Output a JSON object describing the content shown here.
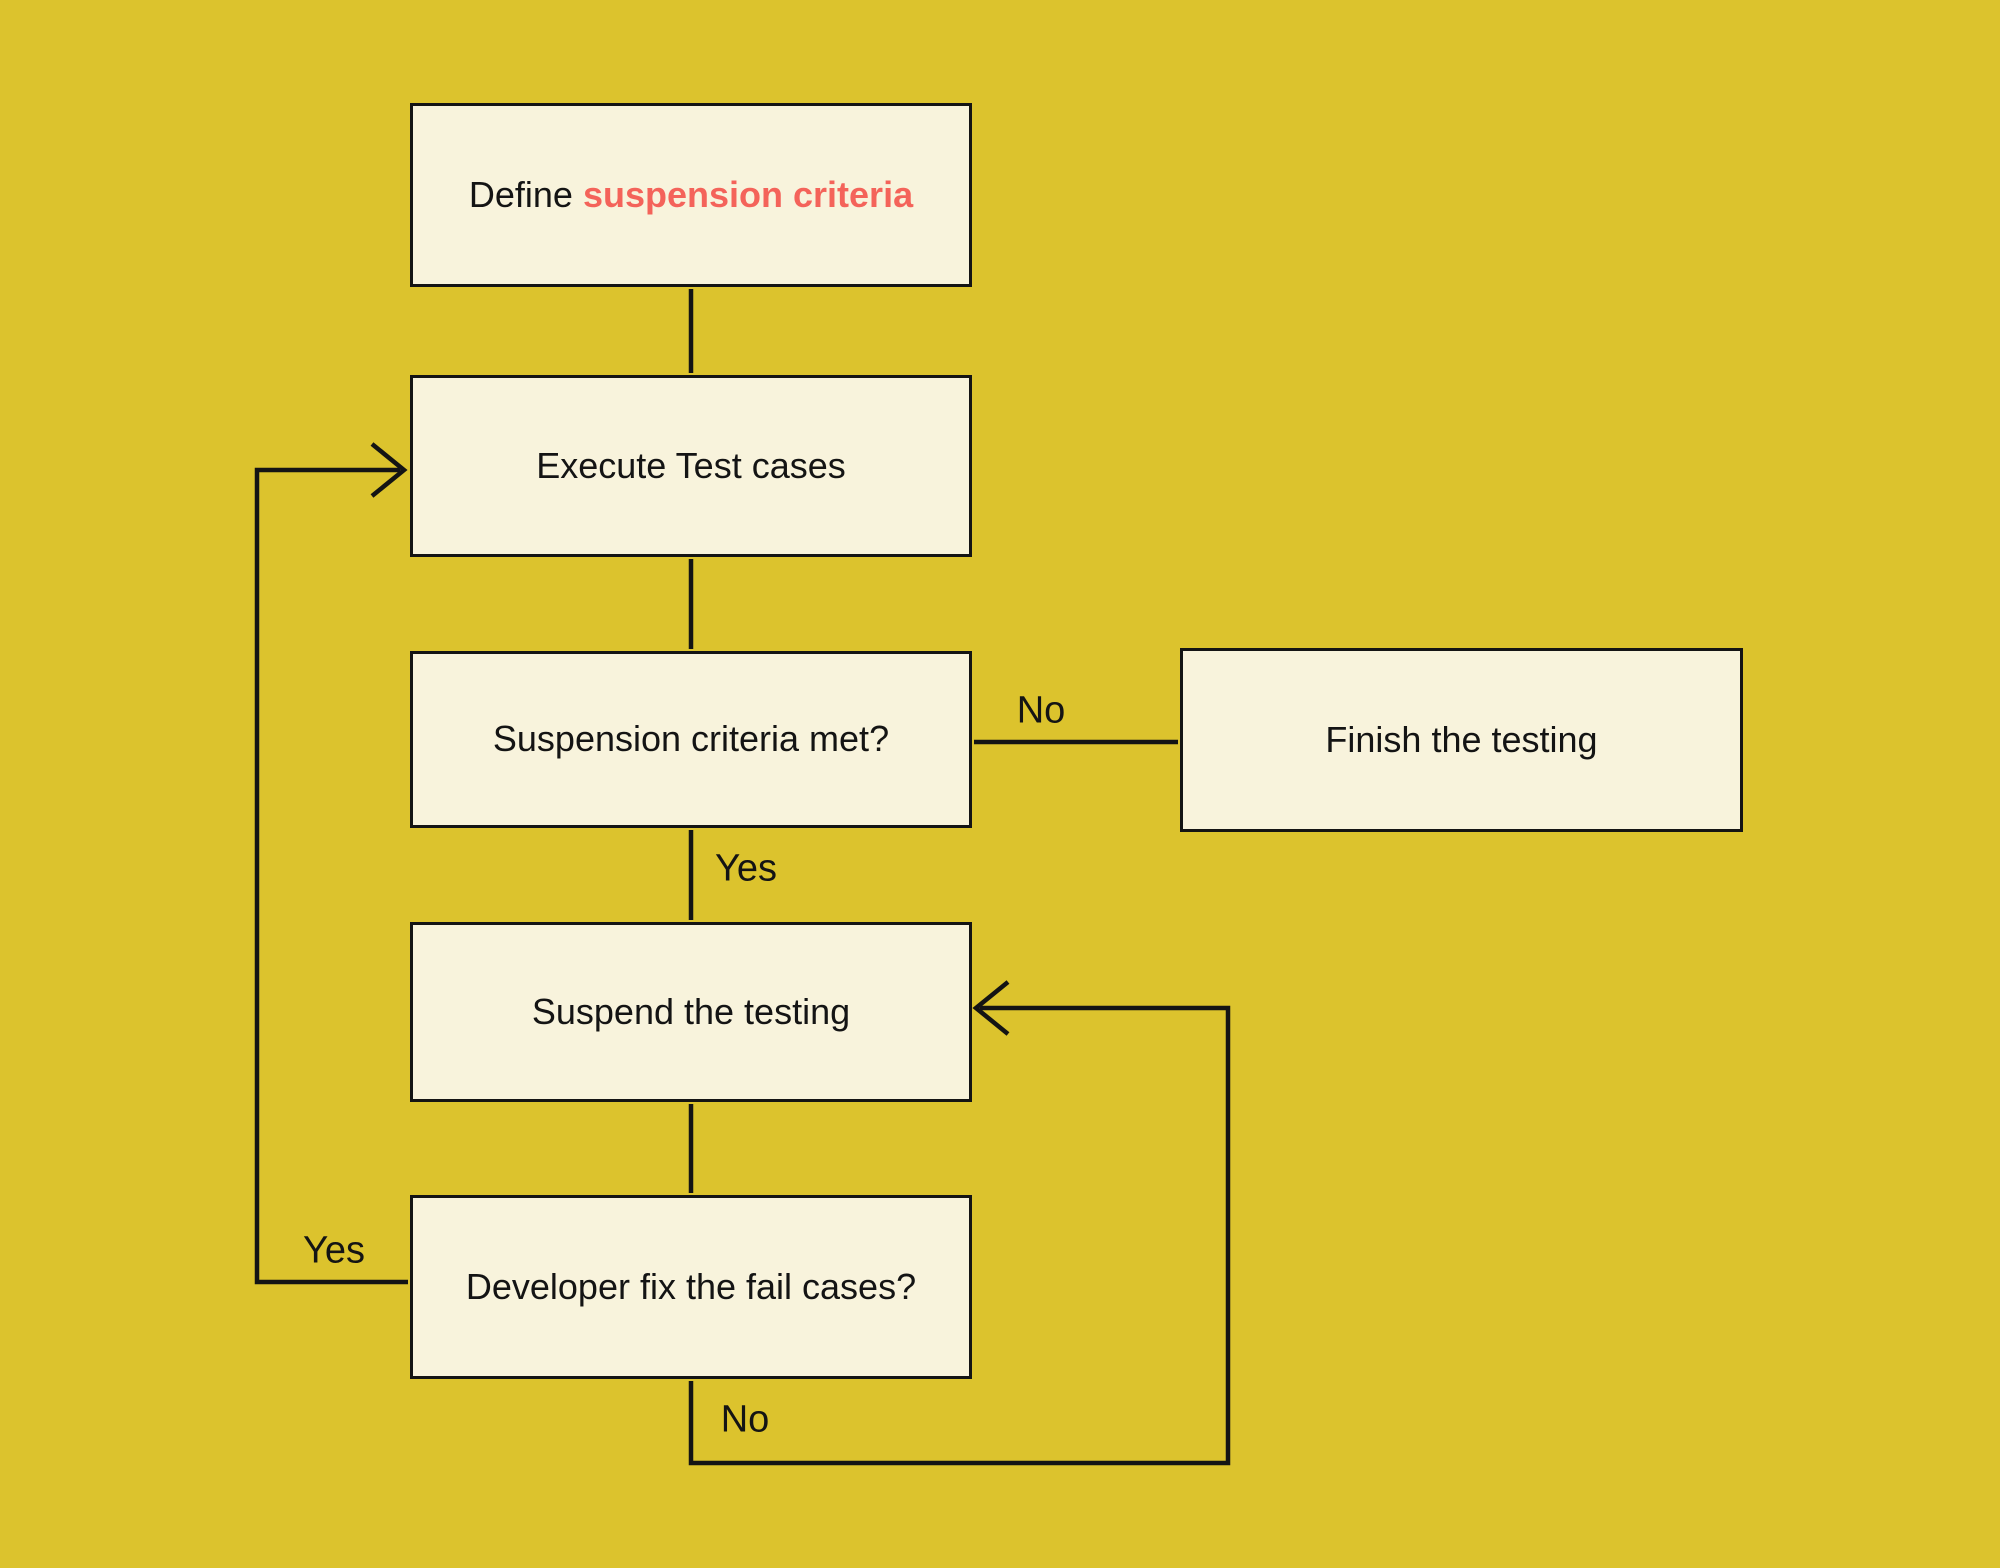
{
  "diagram": {
    "type": "flowchart",
    "colors": {
      "background": "#dcc32d",
      "node_fill": "#f8f3dc",
      "line": "#141414",
      "highlight_text": "#f4635a"
    },
    "nodes": {
      "define": {
        "prefix": "Define ",
        "highlight": "suspension criteria"
      },
      "execute": {
        "label": "Execute Test cases"
      },
      "criteria_met": {
        "label": "Suspension criteria met?"
      },
      "finish": {
        "label": "Finish the testing"
      },
      "suspend": {
        "label": "Suspend the testing"
      },
      "developer_fix": {
        "label": "Developer fix the fail cases?"
      }
    },
    "edge_labels": {
      "criteria_no": "No",
      "criteria_yes": "Yes",
      "developer_yes": "Yes",
      "developer_no": "No"
    }
  }
}
